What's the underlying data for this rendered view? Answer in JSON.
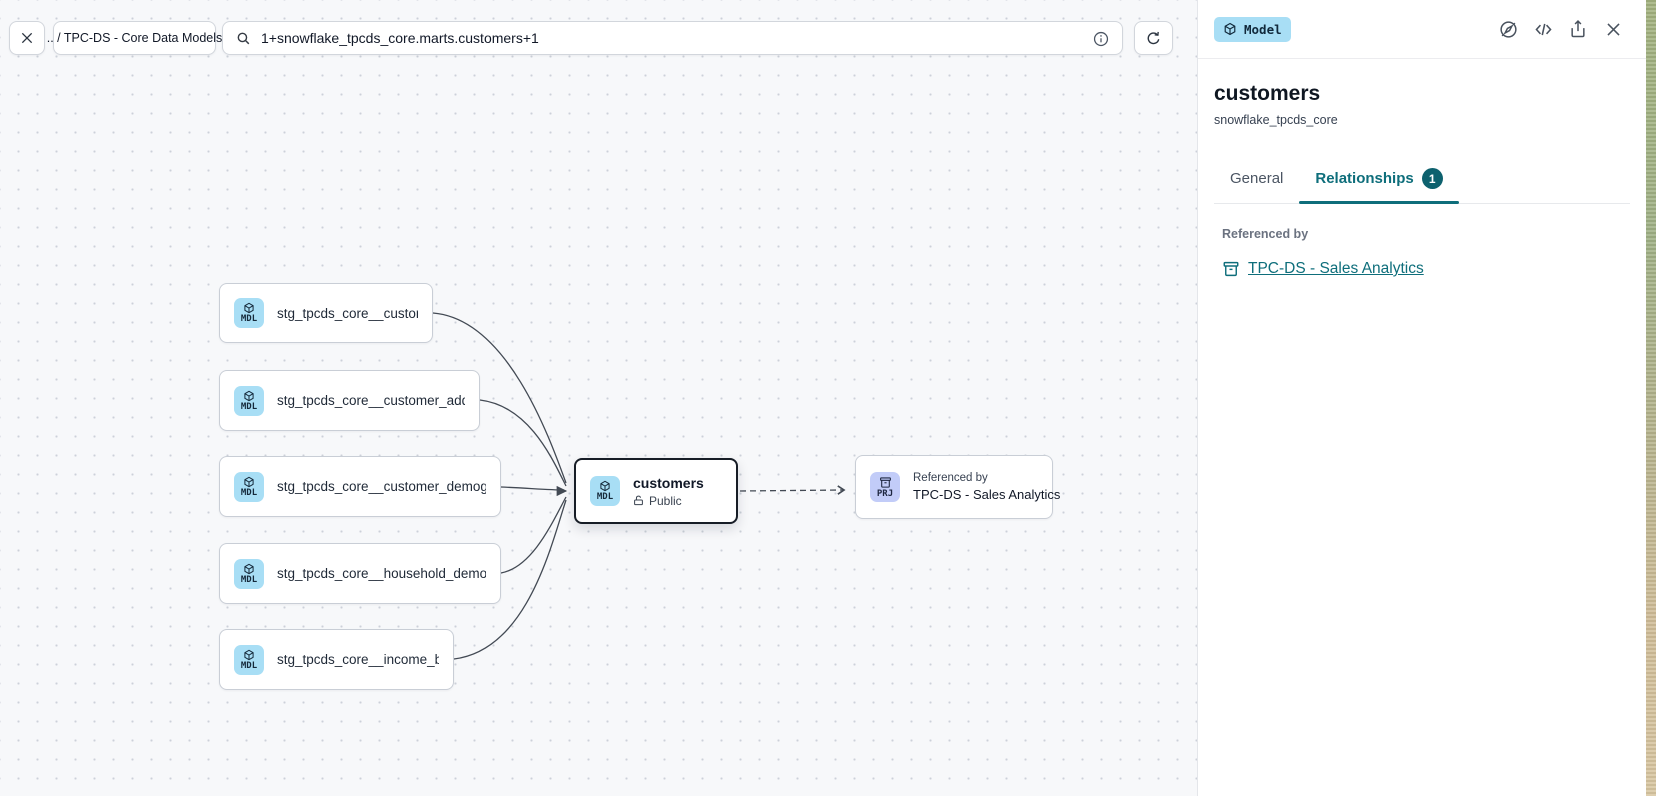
{
  "toolbar": {
    "breadcrumb": ".. / TPC-DS - Core Data Models",
    "search_value": "1+snowflake_tpcds_core.marts.customers+1"
  },
  "panel": {
    "type_badge": "Model",
    "title": "customers",
    "subtitle": "snowflake_tpcds_core",
    "tabs": {
      "general": "General",
      "relationships": "Relationships",
      "relationships_badge": "1"
    },
    "referenced_by_label": "Referenced by",
    "referenced_by_link": "TPC-DS - Sales Analytics"
  },
  "canvas": {
    "nodes": [
      {
        "badge": "MDL",
        "label": "stg_tpcds_core__customer"
      },
      {
        "badge": "MDL",
        "label": "stg_tpcds_core__customer_address"
      },
      {
        "badge": "MDL",
        "label": "stg_tpcds_core__customer_demogra…"
      },
      {
        "badge": "MDL",
        "label": "stg_tpcds_core__household_demogr…"
      },
      {
        "badge": "MDL",
        "label": "stg_tpcds_core__income_band"
      },
      {
        "badge": "MDL",
        "label": "customers",
        "visibility": "Public"
      },
      {
        "badge": "PRJ",
        "label": "Referenced by",
        "sublabel": "TPC-DS - Sales Analytics"
      }
    ],
    "edges": [
      {
        "from": 0,
        "to": 5,
        "style": "solid"
      },
      {
        "from": 1,
        "to": 5,
        "style": "solid"
      },
      {
        "from": 2,
        "to": 5,
        "style": "solid"
      },
      {
        "from": 3,
        "to": 5,
        "style": "solid"
      },
      {
        "from": 4,
        "to": 5,
        "style": "solid"
      },
      {
        "from": 5,
        "to": 6,
        "style": "dashed"
      }
    ]
  },
  "icons": {
    "close": "✕",
    "search": "magnifier",
    "info": "ⓘ",
    "refresh": "↻",
    "model": "cube",
    "project": "archive",
    "public": "lock-open",
    "explore": "compass",
    "code": "</>",
    "share": "export-arrow"
  },
  "colors": {
    "teal_accent": "#0e6e7b",
    "model_badge_bg": "#a8def5",
    "project_badge_bg": "#c2ccf8",
    "edge": "#434a54",
    "canvas_bg": "#f7f8fa"
  }
}
